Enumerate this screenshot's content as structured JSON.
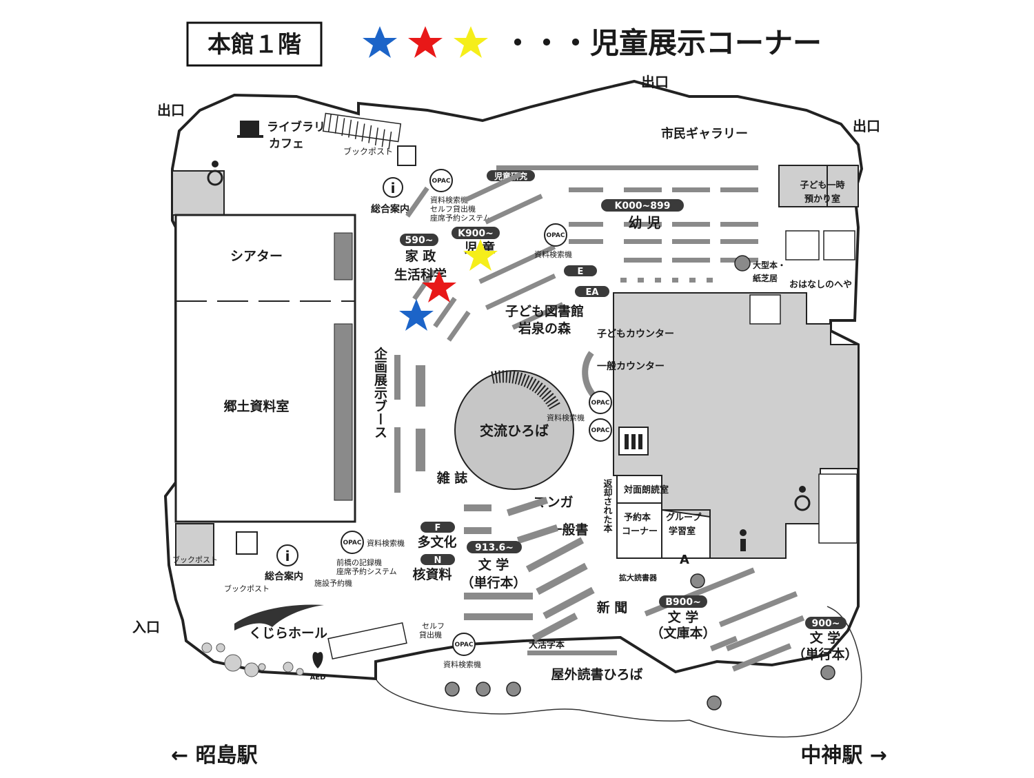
{
  "header": {
    "floor_label": "本館１階",
    "legend_text": "・・・児童展示コーナー",
    "star_colors": [
      "#1c64c8",
      "#e81818",
      "#f5ee1a"
    ]
  },
  "labels": {
    "exit_top": "出口",
    "exit_left": "出口",
    "exit_right": "出口",
    "entrance": "入口",
    "library_cafe_1": "ライブラリ",
    "library_cafe_2": "カフェ",
    "book_post_top": "ブックポスト",
    "info_top": "総合案内",
    "opac_top_desc": [
      "資料検索機",
      "セルフ貸出機",
      "座席予約システム"
    ],
    "children_research": "児童研究",
    "citizen_gallery": "市民ギャラリー",
    "childcare_room": [
      "子ども一時",
      "預かり室"
    ],
    "theater": "シアター",
    "local_materials": "郷土資料室",
    "exhibition_booth": "企画展示ブース",
    "home_economics": [
      "家 政",
      "生活科学"
    ],
    "children": "児 童",
    "infants": "幼 児",
    "search_machine_mid": "資料検索機",
    "big_books": [
      "大型本・",
      "紙芝居"
    ],
    "story_room": "おはなしのへや",
    "kids_library": [
      "子ども図書館",
      "岩泉の森"
    ],
    "kids_counter": "子どもカウンター",
    "general_counter": "一般カウンター",
    "plaza": "交流ひろば",
    "search_machine_plaza": "資料検索機",
    "magazines": "雑 誌",
    "manga": "マンガ",
    "general_books": "一般書",
    "returned_books": "返却された本",
    "reading_room": "対面朗読室",
    "reserve_corner": [
      "予約本",
      "コーナー"
    ],
    "group_study": [
      "グループ",
      "学習室"
    ],
    "multicultural": "多文化",
    "core_materials": "核資料",
    "literature_hard": [
      "文 学",
      "（単行本）"
    ],
    "info_bottom": "総合案内",
    "book_post_left": "ブックポスト",
    "book_post_bottom": "ブックポスト",
    "opac_bottom_desc": [
      "資料検索機",
      "前橋の記録機",
      "座席予約システム"
    ],
    "facility_booking": "施設予約機",
    "magnifier": "拡大読書器",
    "newspapers": "新 聞",
    "literature_paperback": [
      "文 学",
      "（文庫本）"
    ],
    "literature_right": [
      "文 学",
      "（単行本）"
    ],
    "large_print": "大活字本",
    "self_checkout": [
      "セルフ",
      "貸出機"
    ],
    "search_machine_bottom": "資料検索機",
    "outdoor_reading": "屋外読書ひろば",
    "whale_hall": "くじらホール",
    "aed": "AED",
    "station_left": "← 昭島駅",
    "station_right": "中神駅 →",
    "opac_icon": "OPAC",
    "area_letter": "A"
  },
  "pills": {
    "p590": "590~",
    "k900": "K900~",
    "k000": "K000~899",
    "e": "E",
    "ea": "EA",
    "f": "F",
    "n": "N",
    "p913": "913.6~",
    "b900": "B900~",
    "p900": "900~"
  },
  "icons": {
    "star": "star-icon",
    "info": "info-icon",
    "wheelchair": "wheelchair-icon",
    "opac": "opac-terminal-icon",
    "elevator": "elevator-icon",
    "restroom": "restroom-icon",
    "aed": "aed-icon",
    "cup": "cup-icon"
  }
}
